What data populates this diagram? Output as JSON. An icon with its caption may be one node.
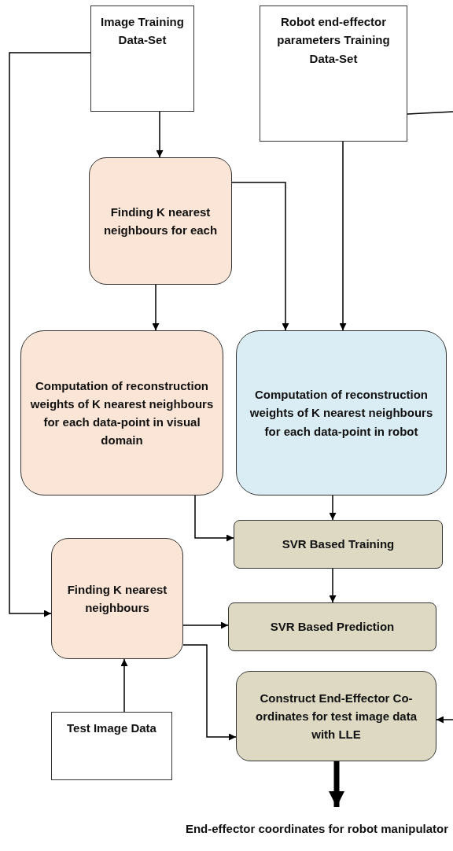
{
  "diagram": {
    "nodes": [
      {
        "text": [
          "Image Training Data-Set"
        ]
      },
      {
        "text": [
          "Robot end-effector parameters Training Data-Set"
        ]
      },
      {
        "text": [
          "Finding K nearest neighbours for each"
        ]
      },
      {
        "text": [
          "Computation of reconstruction weights of K nearest neighbours for each data-point in visual domain"
        ]
      },
      {
        "text": [
          "Computation of reconstruction weights of K nearest neighbours for each data-point in robot"
        ]
      },
      {
        "text": [
          "SVR Based Training"
        ]
      },
      {
        "text": [
          "Finding K nearest neighbours"
        ]
      },
      {
        "text": [
          "SVR Based Prediction"
        ]
      },
      {
        "text": [
          "Test Image Data"
        ]
      },
      {
        "text": [
          "Construct End-Effector Co-ordinates for test image data with LLE"
        ]
      },
      {
        "text": [
          "End-effector coordinates for robot manipulator"
        ]
      }
    ],
    "edges": [
      {
        "from": 0,
        "to": 2,
        "arrow": "to"
      },
      {
        "from": 1,
        "to": 4,
        "arrow": "to"
      },
      {
        "from": 2,
        "to": 3,
        "arrow": "to"
      },
      {
        "from": 2,
        "to": 4,
        "arrow": "to"
      },
      {
        "from": 0,
        "to": 6,
        "arrow": "to"
      },
      {
        "from": 4,
        "to": 5,
        "arrow": "to"
      },
      {
        "from": 3,
        "to": 5,
        "arrow": "to"
      },
      {
        "from": 5,
        "to": 7,
        "arrow": "to"
      },
      {
        "from": 6,
        "to": 7,
        "arrow": "to"
      },
      {
        "from": 6,
        "to": 9,
        "arrow": "to"
      },
      {
        "from": 8,
        "to": 6,
        "arrow": "to"
      },
      {
        "from": 9,
        "to": 10,
        "arrow": "to",
        "style": "thick"
      },
      {
        "from": 1,
        "to": null,
        "arrow": "none"
      },
      {
        "from": null,
        "to": 9,
        "arrow": "to"
      }
    ]
  }
}
